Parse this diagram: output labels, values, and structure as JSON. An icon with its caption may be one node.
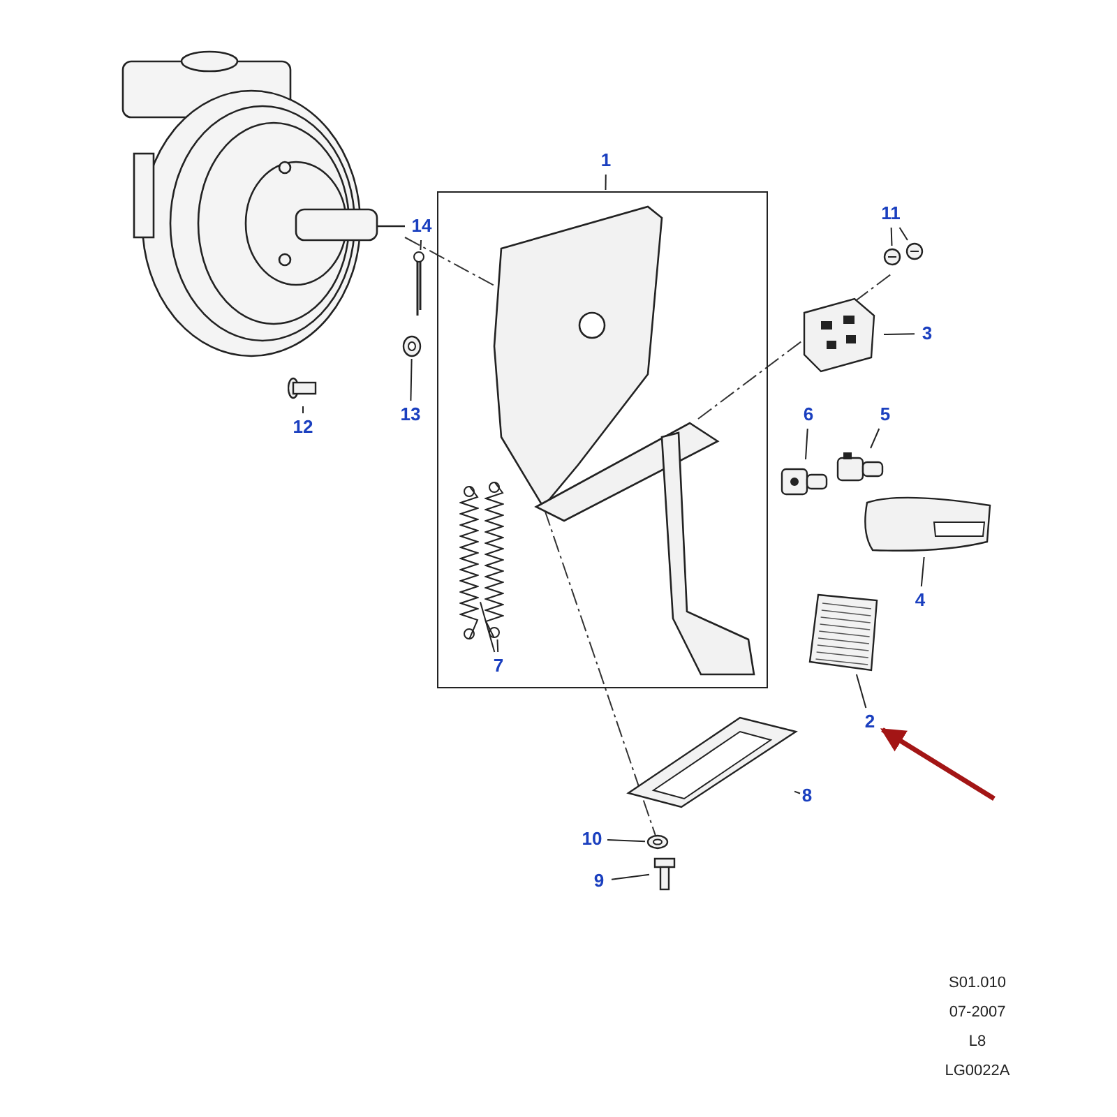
{
  "diagram": {
    "nodes": [
      {
        "text": [
          "1"
        ]
      },
      {
        "text": [],
        "shape": "box"
      },
      {
        "text": [
          "2"
        ]
      },
      {
        "text": [],
        "shape": "picture"
      },
      {
        "text": [
          "3"
        ]
      },
      {
        "text": [],
        "shape": "picture"
      },
      {
        "text": [
          "4"
        ]
      },
      {
        "text": [],
        "shape": "picture"
      },
      {
        "text": [
          "5"
        ]
      },
      {
        "text": [],
        "shape": "picture"
      },
      {
        "text": [
          "6"
        ]
      },
      {
        "text": [],
        "shape": "picture"
      },
      {
        "text": [
          "7"
        ],
        "in": 1
      },
      {
        "text": [],
        "shape": "picture",
        "in": 1
      },
      {
        "text": [],
        "shape": "picture",
        "in": 1
      },
      {
        "text": [
          "8"
        ]
      },
      {
        "text": [],
        "shape": "picture"
      },
      {
        "text": [
          "9"
        ]
      },
      {
        "text": [],
        "shape": "picture"
      },
      {
        "text": [
          "10"
        ]
      },
      {
        "text": [],
        "shape": "picture"
      },
      {
        "text": [
          "11"
        ]
      },
      {
        "text": [],
        "shape": "picture"
      },
      {
        "text": [],
        "shape": "picture"
      },
      {
        "text": [
          "12"
        ]
      },
      {
        "text": [],
        "shape": "picture"
      },
      {
        "text": [
          "13"
        ]
      },
      {
        "text": [],
        "shape": "picture"
      },
      {
        "text": [
          "14"
        ]
      },
      {
        "text": [],
        "shape": "picture"
      }
    ],
    "edges": [
      {
        "from": 0,
        "to": 1,
        "arrow": "none"
      },
      {
        "from": 2,
        "to": 3,
        "arrow": "none"
      },
      {
        "from": 4,
        "to": 5,
        "arrow": "none"
      },
      {
        "from": 6,
        "to": 7,
        "arrow": "none"
      },
      {
        "from": 8,
        "to": 9,
        "arrow": "none"
      },
      {
        "from": 10,
        "to": 11,
        "arrow": "none"
      },
      {
        "from": 12,
        "to": 13,
        "arrow": "none"
      },
      {
        "from": 12,
        "to": 14,
        "arrow": "none"
      },
      {
        "from": 15,
        "to": 16,
        "arrow": "none"
      },
      {
        "from": 17,
        "to": 18,
        "arrow": "none"
      },
      {
        "from": 19,
        "to": 20,
        "arrow": "none"
      },
      {
        "from": 21,
        "to": 22,
        "arrow": "none"
      },
      {
        "from": 21,
        "to": 23,
        "arrow": "none"
      },
      {
        "from": 24,
        "to": 25,
        "arrow": "none"
      },
      {
        "from": 26,
        "to": 27,
        "arrow": "none"
      },
      {
        "from": 28,
        "to": 29,
        "arrow": "none"
      },
      {
        "from": null,
        "to": 2,
        "arrow": "to",
        "style": "thick",
        "color": "#a31515"
      }
    ],
    "labels": [
      "S01.010",
      "07-2007",
      "L8",
      "LG0022A"
    ]
  }
}
